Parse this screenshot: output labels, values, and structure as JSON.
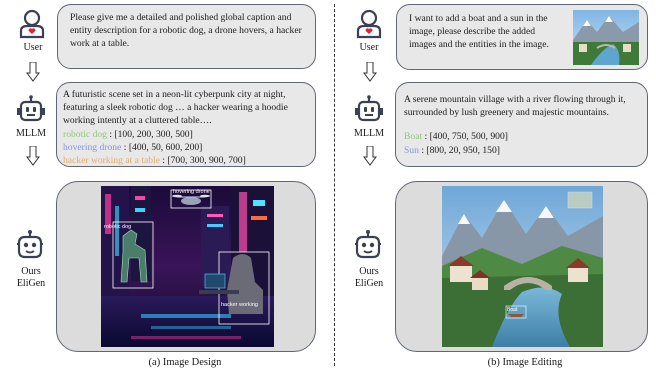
{
  "left": {
    "user_label": "User",
    "mllm_label": "MLLM",
    "ours_label_1": "Ours",
    "ours_label_2": "EliGen",
    "user_prompt": "Please give me a detailed and polished global caption and entity description for a robotic dog, a drone hovers, a hacker work at a table.",
    "mllm_caption": "A futuristic scene set in a neon-lit cyberpunk city at night, featuring a sleek robotic dog … a hacker wearing a hoodie working intently at a cluttered table….",
    "entities": [
      {
        "name": "robotic dog",
        "bbox_text": " : [100, 200, 300, 500]",
        "color": "#8cc97a"
      },
      {
        "name": "hovering drone",
        "bbox_text": " : [400, 50, 600, 200]",
        "color": "#8a93e0"
      },
      {
        "name": "hacker working at a table",
        "bbox_text": " : [700, 300, 900, 700]",
        "color": "#e3ad6a"
      }
    ],
    "image_labels": {
      "drone": "hovering drone",
      "dog": "robotic dog",
      "hacker": "hacker working"
    },
    "caption": "(a) Image Design"
  },
  "right": {
    "user_label": "User",
    "mllm_label": "MLLM",
    "ours_label_1": "Ours",
    "ours_label_2": "EliGen",
    "user_prompt": "I want to add a boat and a sun in the image, please describe the added images and the entities in the image.",
    "mllm_caption": "A serene mountain village with a river flowing through it, surrounded by lush greenery and majestic mountains.",
    "entities": [
      {
        "name": "Boat",
        "bbox_text": " : [400, 750, 500, 900]",
        "color": "#8cc97a"
      },
      {
        "name": "Sun",
        "bbox_text": " : [800, 20, 950, 150]",
        "color": "#8a93e0"
      }
    ],
    "image_labels": {
      "boat": "Boat"
    },
    "caption": "(b) Image Editing"
  }
}
